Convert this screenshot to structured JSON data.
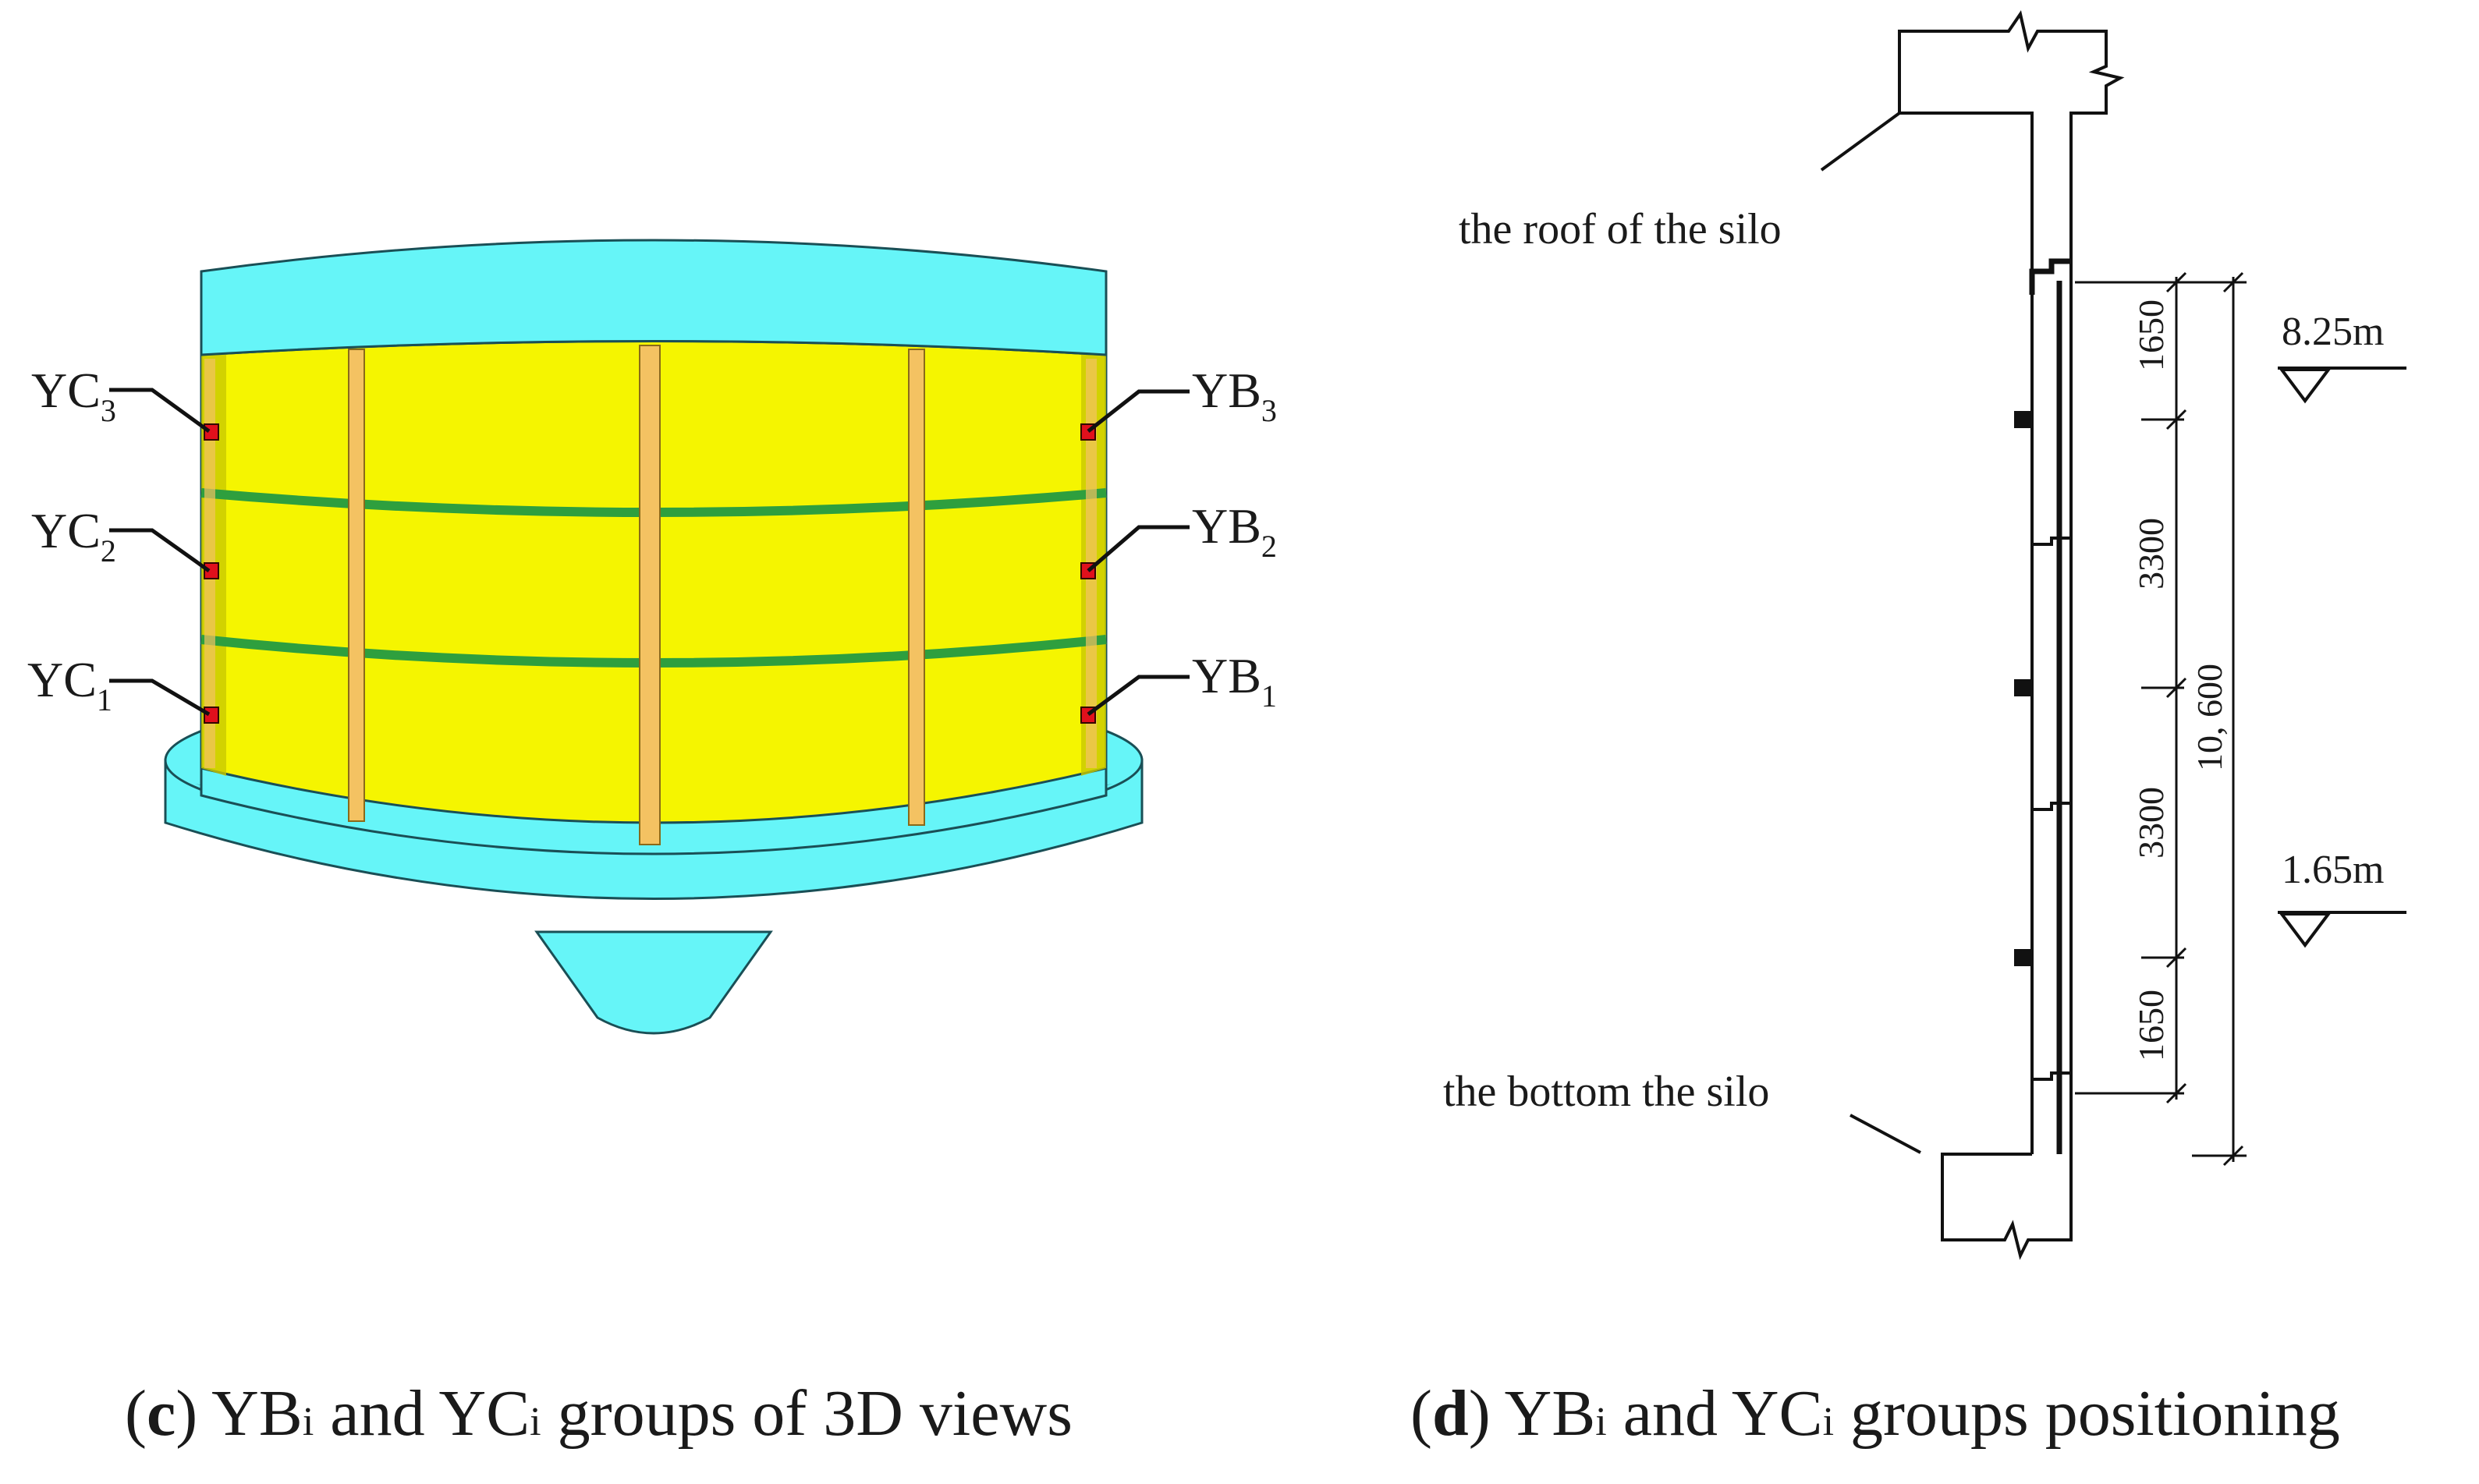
{
  "panel_c": {
    "labels": {
      "yc3": {
        "main": "YC",
        "sub": "3"
      },
      "yc2": {
        "main": "YC",
        "sub": "2"
      },
      "yc1": {
        "main": "YC",
        "sub": "1"
      },
      "yb3": {
        "main": "YB",
        "sub": "3"
      },
      "yb2": {
        "main": "YB",
        "sub": "2"
      },
      "yb1": {
        "main": "YB",
        "sub": "1"
      }
    },
    "caption": {
      "open": "(",
      "letter": "c",
      "close": ") ",
      "yb": "YB",
      "sub1": "i",
      "mid": " and YC",
      "sub2": "i",
      "rest": " groups of 3D views"
    },
    "colors": {
      "ring": "#66f5f8",
      "wall": "#f5f500",
      "band": "#2e9f3e",
      "column": "#f4c262",
      "sensor": "#e0101c",
      "edge": "#1a4f56"
    }
  },
  "panel_d": {
    "roof_label": "the roof of the silo",
    "bottom_label": "the bottom the silo",
    "dimensions": {
      "top": "1650",
      "upper": "3300",
      "lower": "3300",
      "bottom": "1650",
      "total": "10, 600"
    },
    "elevations": {
      "upper": "8.25m",
      "lower": "1.65m"
    },
    "caption": {
      "open": "(",
      "letter": "d",
      "close": ") ",
      "yb": "YB",
      "sub1": "i",
      "mid": " and YC",
      "sub2": "i",
      "rest": " groups positioning"
    }
  }
}
